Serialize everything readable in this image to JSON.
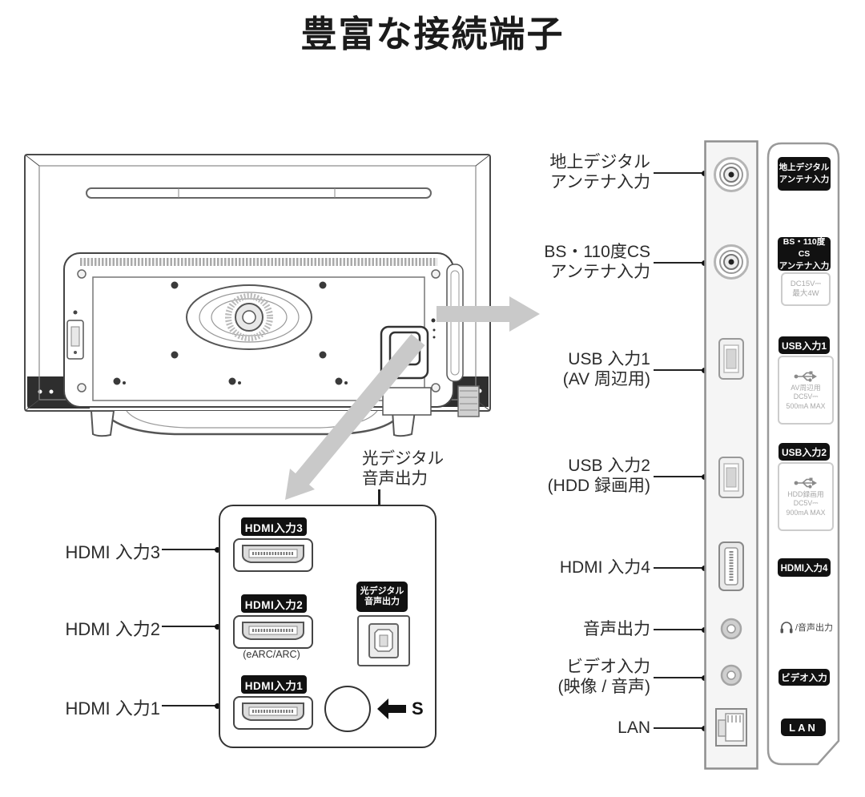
{
  "title": "豊富な接続端子",
  "side_labels": {
    "terrestrial": {
      "line1": "地上デジタル",
      "line2": "アンテナ入力"
    },
    "bs_cs": {
      "line1": "BS・110度CS",
      "line2": "アンテナ入力"
    },
    "usb1": {
      "line1": "USB 入力1",
      "line2": "(AV 周辺用)"
    },
    "usb2": {
      "line1": "USB 入力2",
      "line2": "(HDD 録画用)"
    },
    "hdmi4": {
      "line1": "HDMI 入力4"
    },
    "audio_out": {
      "line1": "音声出力"
    },
    "video_in": {
      "line1": "ビデオ入力",
      "line2": "(映像 / 音声)"
    },
    "lan": {
      "line1": "LAN"
    }
  },
  "hdmi_detail": {
    "label_hdmi3": "HDMI 入力3",
    "label_hdmi2": "HDMI 入力2",
    "label_hdmi1": "HDMI 入力1",
    "optical_label": {
      "line1": "光デジタル",
      "line2": "音声出力"
    },
    "badge_hdmi3": "HDMI入力3",
    "badge_hdmi2": "HDMI入力2",
    "badge_hdmi1": "HDMI入力1",
    "earc_note": "(eARC/ARC)",
    "optical_badge": {
      "line1": "光デジタル",
      "line2": "音声出力"
    },
    "s_marker": "S"
  },
  "panel_labels": {
    "terrestrial": {
      "line1": "地上デジタル",
      "line2": "アンテナ入力"
    },
    "bs_cs": {
      "line1": "BS・110度CS",
      "line2": "アンテナ入力"
    },
    "bs_spec": {
      "line1": "DC15V⎓",
      "line2": "最大4W"
    },
    "usb1": "USB入力1",
    "usb1_spec": {
      "line1": "AV周辺用",
      "line2": "DC5V⎓",
      "line3": "500mA MAX"
    },
    "usb2": "USB入力2",
    "usb2_spec": {
      "line1": "HDD録画用",
      "line2": "DC5V⎓",
      "line3": "900mA MAX"
    },
    "hdmi4": "HDMI入力4",
    "audio_out": "/音声出力",
    "video_in": "ビデオ入力",
    "lan": "LAN"
  },
  "colors": {
    "badge_bg": "#111111",
    "arrow_gray": "#c9c9c9",
    "line_dark": "#222222",
    "panel_border": "#999999"
  }
}
